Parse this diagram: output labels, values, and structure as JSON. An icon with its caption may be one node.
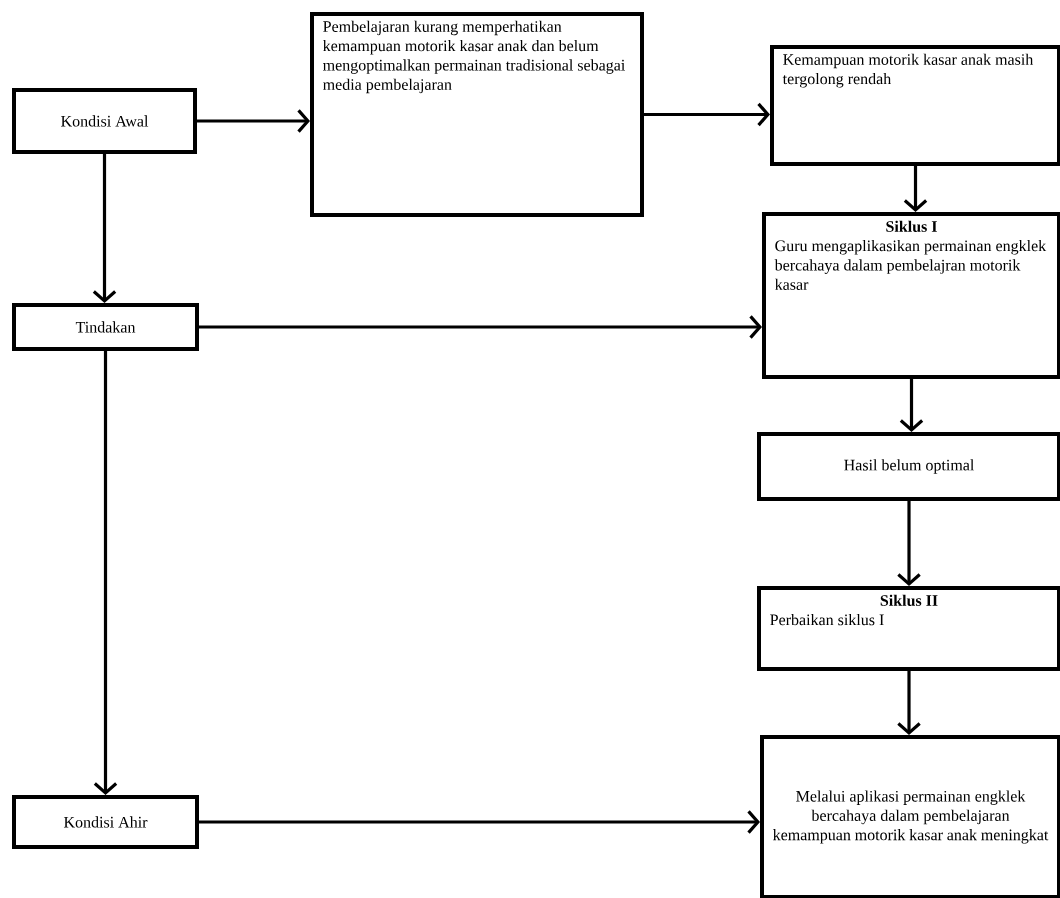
{
  "diagram": {
    "nodes": [
      {
        "text": [
          "Kondisi Awal"
        ]
      },
      {
        "text": [
          "Pembelajaran kurang memperhatikan kemampuan motorik kasar anak dan belum mengoptimalkan permainan tradisional sebagai media pembelajaran"
        ]
      },
      {
        "text": [
          "Kemampuan motorik kasar anak masih tergolong rendah"
        ]
      },
      {
        "text": [
          "Siklus I",
          "Guru mengaplikasikan permainan engklek bercahaya dalam pembelajran  motorik kasar"
        ]
      },
      {
        "text": [
          "Tindakan"
        ]
      },
      {
        "text": [
          "Hasil belum optimal"
        ]
      },
      {
        "text": [
          "Siklus II",
          "Perbaikan siklus I"
        ]
      },
      {
        "text": [
          "Kondisi Ahir"
        ]
      },
      {
        "text": [
          "Melalui aplikasi permainan engklek bercahaya dalam pembelajaran kemampuan motorik kasar anak meningkat"
        ]
      }
    ],
    "edges": [
      {
        "from": 0,
        "to": 1,
        "arrow": "to"
      },
      {
        "from": 1,
        "to": 2,
        "arrow": "to"
      },
      {
        "from": 2,
        "to": 3,
        "arrow": "to"
      },
      {
        "from": 0,
        "to": 4,
        "arrow": "to"
      },
      {
        "from": 4,
        "to": 3,
        "arrow": "to"
      },
      {
        "from": 3,
        "to": 5,
        "arrow": "to"
      },
      {
        "from": 5,
        "to": 6,
        "arrow": "to"
      },
      {
        "from": 6,
        "to": 8,
        "arrow": "to"
      },
      {
        "from": 4,
        "to": 7,
        "arrow": "to"
      },
      {
        "from": 7,
        "to": 8,
        "arrow": "to"
      }
    ]
  }
}
